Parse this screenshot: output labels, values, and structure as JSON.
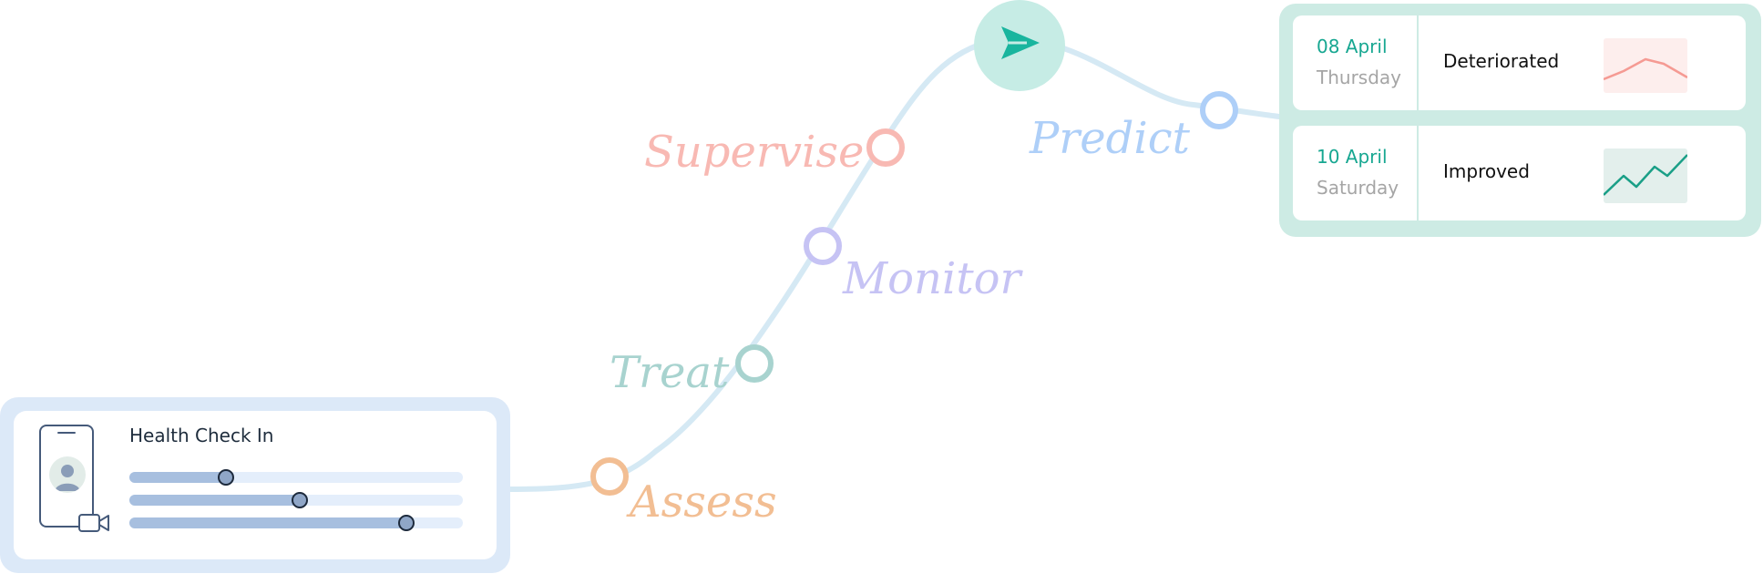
{
  "steps": [
    {
      "label": "Assess",
      "color": "#f2be93"
    },
    {
      "label": "Treat",
      "color": "#a8d3cf"
    },
    {
      "label": "Monitor",
      "color": "#c6c3f4"
    },
    {
      "label": "Supervise",
      "color": "#f8b9b3"
    },
    {
      "label": "Predict",
      "color": "#aecff8"
    }
  ],
  "health_check": {
    "title": "Health Check In",
    "icons": [
      "phone-icon",
      "avatar-icon",
      "video-camera-icon"
    ],
    "sliders": [
      0.29,
      0.51,
      0.83
    ]
  },
  "send_icon": "send-icon",
  "predictions": [
    {
      "date": "08 April",
      "day": "Thursday",
      "status": "Deteriorated",
      "trend": "down",
      "color": "#f59a93"
    },
    {
      "date": "10 April",
      "day": "Saturday",
      "status": "Improved",
      "trend": "up",
      "color": "#1a9f87"
    }
  ],
  "colors": {
    "curve": "#d5e9f4",
    "accent": "#19b59e",
    "panel_bg": "#cdebe4",
    "card_bg": "#dce9f8"
  }
}
